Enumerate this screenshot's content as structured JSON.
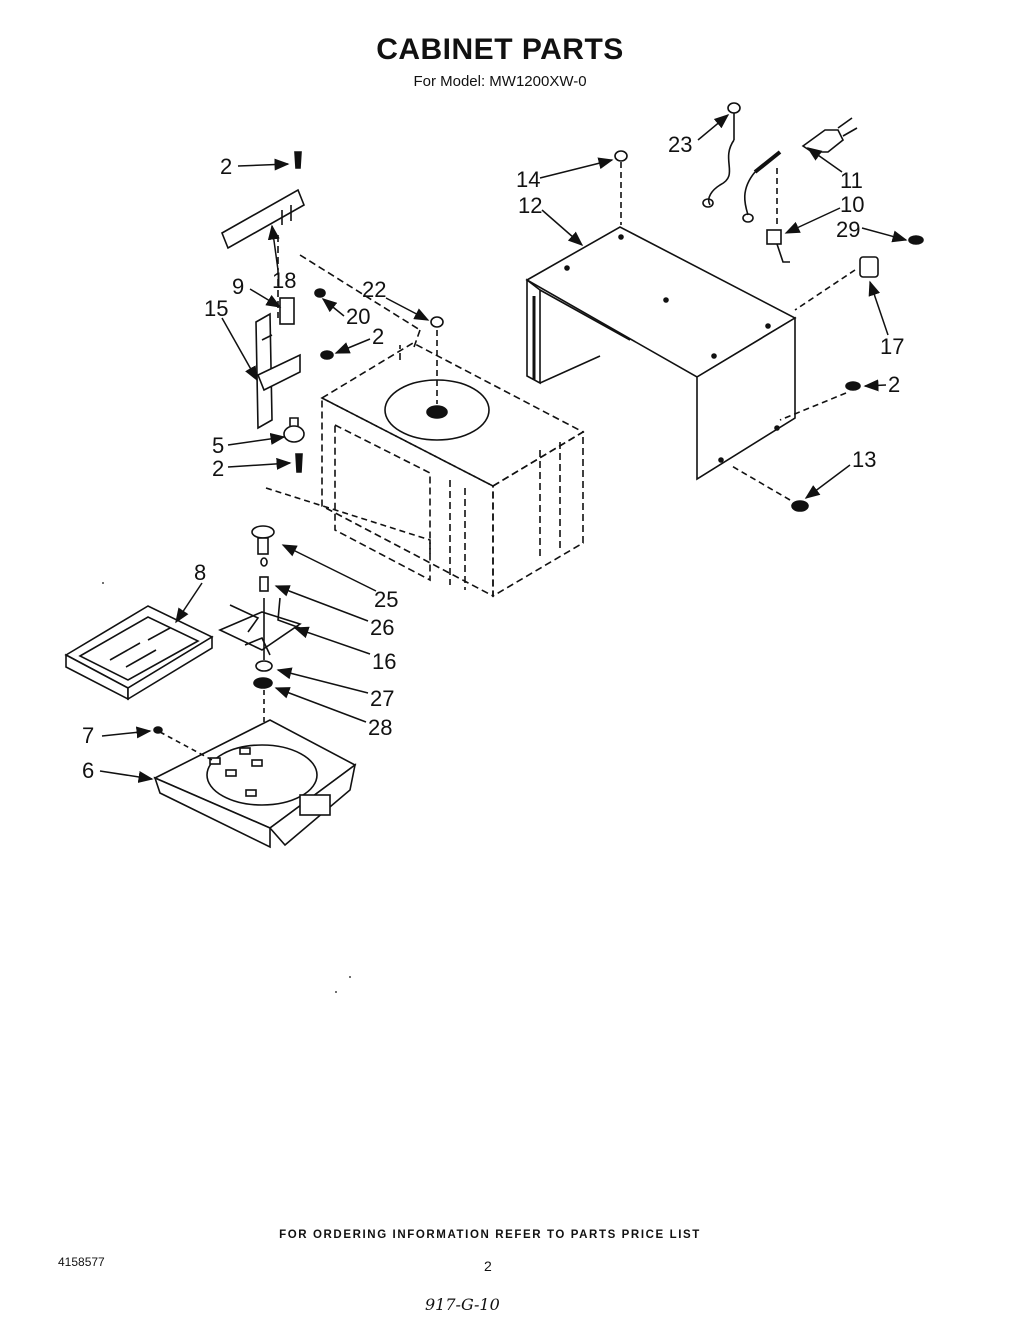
{
  "header": {
    "title": "CABINET PARTS",
    "subtitle": "For Model: MW1200XW-0"
  },
  "callouts": [
    {
      "id": "c2a",
      "text": "2"
    },
    {
      "id": "c18",
      "text": "18"
    },
    {
      "id": "c9",
      "text": "9"
    },
    {
      "id": "c15",
      "text": "15"
    },
    {
      "id": "c20",
      "text": "20"
    },
    {
      "id": "c2b",
      "text": "2"
    },
    {
      "id": "c22",
      "text": "22"
    },
    {
      "id": "c5",
      "text": "5"
    },
    {
      "id": "c2c",
      "text": "2"
    },
    {
      "id": "c23",
      "text": "23"
    },
    {
      "id": "c14",
      "text": "14"
    },
    {
      "id": "c12",
      "text": "12"
    },
    {
      "id": "c11",
      "text": "11"
    },
    {
      "id": "c10",
      "text": "10"
    },
    {
      "id": "c29",
      "text": "29"
    },
    {
      "id": "c17",
      "text": "17"
    },
    {
      "id": "c2d",
      "text": "2"
    },
    {
      "id": "c13",
      "text": "13"
    },
    {
      "id": "c8",
      "text": "8"
    },
    {
      "id": "c25",
      "text": "25"
    },
    {
      "id": "c26",
      "text": "26"
    },
    {
      "id": "c16",
      "text": "16"
    },
    {
      "id": "c27",
      "text": "27"
    },
    {
      "id": "c28",
      "text": "28"
    },
    {
      "id": "c7",
      "text": "7"
    },
    {
      "id": "c6",
      "text": "6"
    }
  ],
  "footer": {
    "ordering_note": "FOR ORDERING INFORMATION REFER TO PARTS PRICE LIST",
    "doc_number": "4158577",
    "page_number": "2",
    "handwritten": "917-G-10"
  },
  "colors": {
    "ink": "#111111",
    "paper": "#ffffff"
  }
}
